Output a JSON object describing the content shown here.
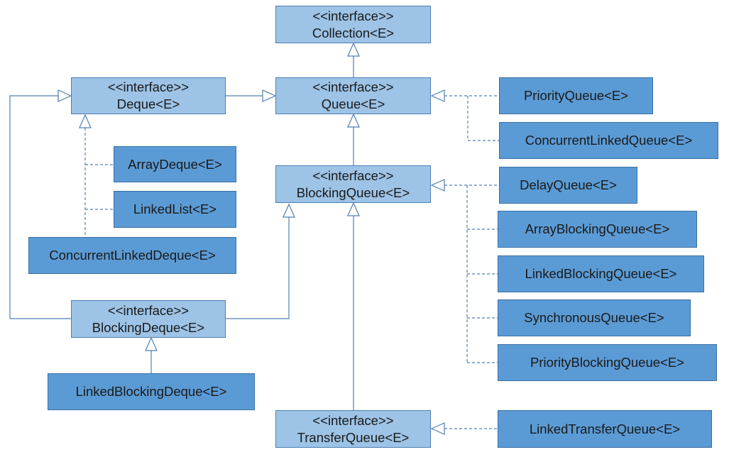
{
  "interfaces": {
    "collection": {
      "stereotype": "<<interface>>",
      "name": "Collection<E>"
    },
    "queue": {
      "stereotype": "<<interface>>",
      "name": "Queue<E>"
    },
    "deque": {
      "stereotype": "<<interface>>",
      "name": "Deque<E>"
    },
    "blocking_queue": {
      "stereotype": "<<interface>>",
      "name": "BlockingQueue<E>"
    },
    "blocking_deque": {
      "stereotype": "<<interface>>",
      "name": "BlockingDeque<E>"
    },
    "transfer_queue": {
      "stereotype": "<<interface>>",
      "name": "TransferQueue<E>"
    }
  },
  "classes": {
    "array_deque": "ArrayDeque<E>",
    "linked_list": "LinkedList<E>",
    "concurrent_linked_deque": "ConcurrentLinkedDeque<E>",
    "linked_blocking_deque": "LinkedBlockingDeque<E>",
    "priority_queue": "PriorityQueue<E>",
    "concurrent_linked_queue": "ConcurrentLinkedQueue<E>",
    "delay_queue": "DelayQueue<E>",
    "array_blocking_queue": "ArrayBlockingQueue<E>",
    "linked_blocking_queue": "LinkedBlockingQueue<E>",
    "synchronous_queue": "SynchronousQueue<E>",
    "priority_blocking_queue": "PriorityBlockingQueue<E>",
    "linked_transfer_queue": "LinkedTransferQueue<E>"
  },
  "colors": {
    "interface": "#9dc3e6",
    "class": "#5b9bd5",
    "line": "#4f7fb3"
  }
}
